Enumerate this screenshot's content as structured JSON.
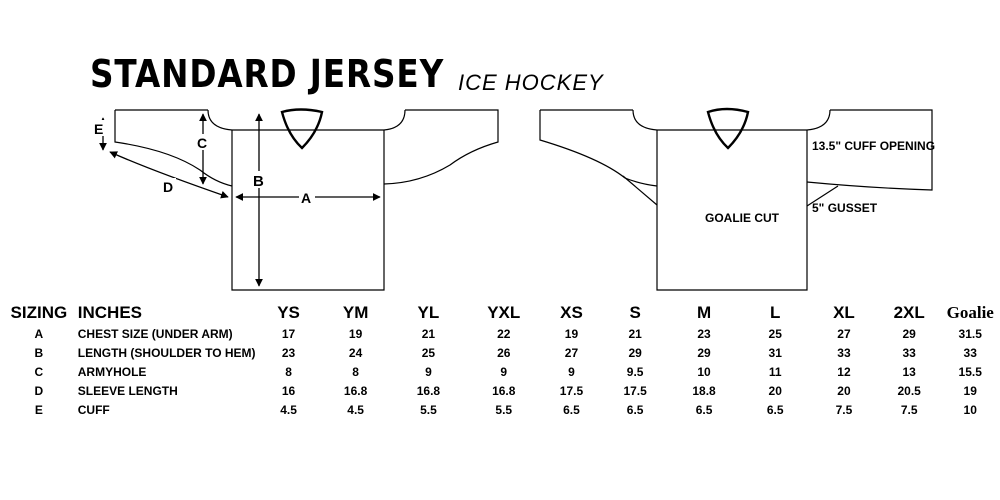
{
  "header": {
    "title": "STANDARD JERSEY",
    "subtitle": "ICE HOCKEY"
  },
  "diagram": {
    "front_labels": [
      "E",
      "C",
      "B",
      "D",
      "A"
    ],
    "back_notes": {
      "cuff_opening": "13.5\" CUFF OPENING",
      "gusset": "5\" GUSSET",
      "goalie_cut": "GOALIE CUT"
    }
  },
  "table": {
    "sizing_label": "SIZING",
    "inches_label": "INCHES",
    "sizes": [
      "YS",
      "YM",
      "YL",
      "YXL",
      "XS",
      "S",
      "M",
      "L",
      "XL",
      "2XL",
      "Goalie"
    ],
    "rows": [
      {
        "code": "A",
        "label": "CHEST SIZE (UNDER ARM)",
        "values": [
          "17",
          "19",
          "21",
          "22",
          "19",
          "21",
          "23",
          "25",
          "27",
          "29",
          "31.5"
        ]
      },
      {
        "code": "B",
        "label": "LENGTH (SHOULDER TO HEM)",
        "values": [
          "23",
          "24",
          "25",
          "26",
          "27",
          "29",
          "29",
          "31",
          "33",
          "33",
          "33"
        ]
      },
      {
        "code": "C",
        "label": "ARMYHOLE",
        "values": [
          "8",
          "8",
          "9",
          "9",
          "9",
          "9.5",
          "10",
          "11",
          "12",
          "13",
          "15.5"
        ]
      },
      {
        "code": "D",
        "label": "SLEEVE LENGTH",
        "values": [
          "16",
          "16.8",
          "16.8",
          "16.8",
          "17.5",
          "17.5",
          "18.8",
          "20",
          "20",
          "20.5",
          "19"
        ]
      },
      {
        "code": "E",
        "label": "CUFF",
        "values": [
          "4.5",
          "4.5",
          "5.5",
          "5.5",
          "6.5",
          "6.5",
          "6.5",
          "6.5",
          "7.5",
          "7.5",
          "10"
        ]
      }
    ]
  }
}
